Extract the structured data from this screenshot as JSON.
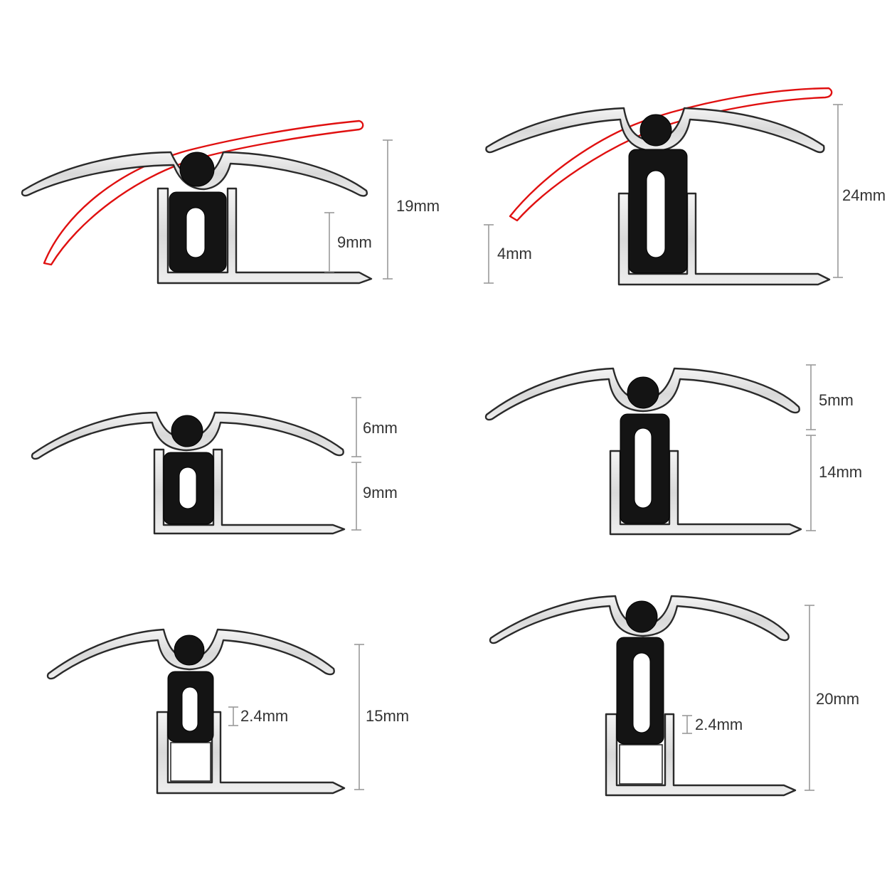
{
  "colors": {
    "outline": "#2a2a2a",
    "rubber": "#141414",
    "alternate_position": "#e01010",
    "dimension_line": "#9a9a9a"
  },
  "profiles": [
    {
      "id": "p1",
      "labels": [
        "19mm",
        "9mm"
      ],
      "has_alt_position": true
    },
    {
      "id": "p2",
      "labels": [
        "24mm",
        "4mm"
      ],
      "has_alt_position": true
    },
    {
      "id": "p3",
      "labels": [
        "6mm",
        "9mm"
      ],
      "has_alt_position": false
    },
    {
      "id": "p4",
      "labels": [
        "5mm",
        "14mm"
      ],
      "has_alt_position": false
    },
    {
      "id": "p5",
      "labels": [
        "15mm",
        "2.4mm"
      ],
      "has_alt_position": false
    },
    {
      "id": "p6",
      "labels": [
        "20mm",
        "2.4mm"
      ],
      "has_alt_position": false
    }
  ]
}
